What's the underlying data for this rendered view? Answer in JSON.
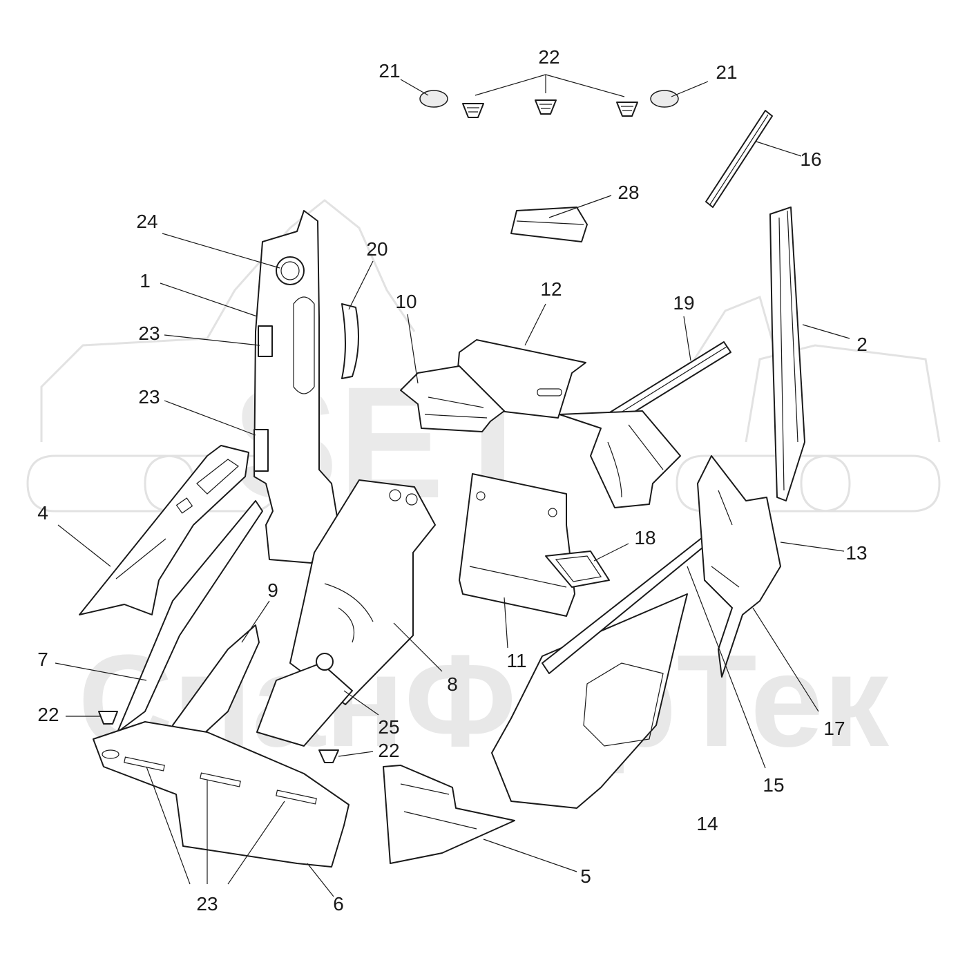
{
  "watermark": {
    "line1": "SET",
    "line2": "СпанФорТек"
  },
  "callouts": [
    {
      "id": "c21a",
      "text": "21"
    },
    {
      "id": "c22top",
      "text": "22"
    },
    {
      "id": "c21b",
      "text": "21"
    },
    {
      "id": "c16",
      "text": "16"
    },
    {
      "id": "c28",
      "text": "28"
    },
    {
      "id": "c24",
      "text": "24"
    },
    {
      "id": "c20",
      "text": "20"
    },
    {
      "id": "c1",
      "text": "1"
    },
    {
      "id": "c10",
      "text": "10"
    },
    {
      "id": "c12",
      "text": "12"
    },
    {
      "id": "c19",
      "text": "19"
    },
    {
      "id": "c2",
      "text": "2"
    },
    {
      "id": "c23a",
      "text": "23"
    },
    {
      "id": "c23b",
      "text": "23"
    },
    {
      "id": "c4",
      "text": "4"
    },
    {
      "id": "c18",
      "text": "18"
    },
    {
      "id": "c13",
      "text": "13"
    },
    {
      "id": "c9",
      "text": "9"
    },
    {
      "id": "c7",
      "text": "7"
    },
    {
      "id": "c8",
      "text": "8"
    },
    {
      "id": "c11",
      "text": "11"
    },
    {
      "id": "c22left",
      "text": "22"
    },
    {
      "id": "c25",
      "text": "25"
    },
    {
      "id": "c22mid",
      "text": "22"
    },
    {
      "id": "c17",
      "text": "17"
    },
    {
      "id": "c15",
      "text": "15"
    },
    {
      "id": "c14",
      "text": "14"
    },
    {
      "id": "c5",
      "text": "5"
    },
    {
      "id": "c23c",
      "text": "23"
    },
    {
      "id": "c6",
      "text": "6"
    }
  ]
}
